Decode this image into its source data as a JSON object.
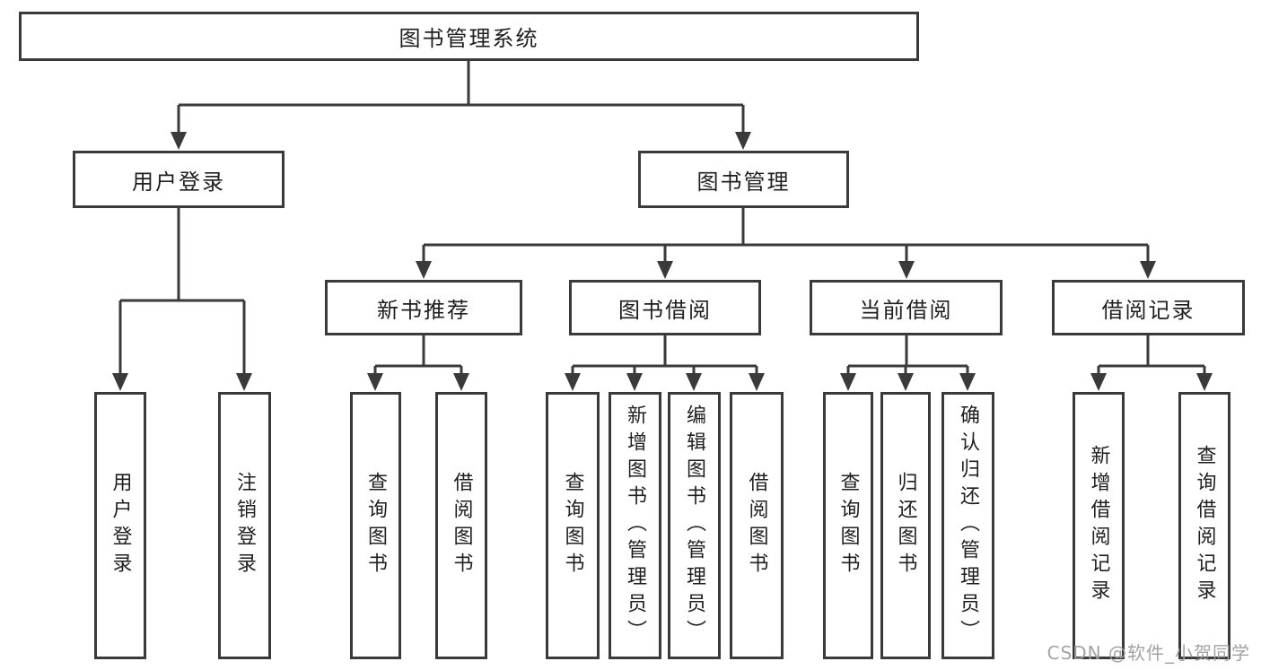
{
  "diagram": {
    "root": {
      "label": "图书管理系统"
    },
    "branches": [
      {
        "label": "用户登录",
        "children": [
          {
            "label": "用户登录"
          },
          {
            "label": "注销登录"
          }
        ]
      },
      {
        "label": "图书管理",
        "sections": [
          {
            "label": "新书推荐",
            "children": [
              {
                "label": "查询图书"
              },
              {
                "label": "借阅图书"
              }
            ]
          },
          {
            "label": "图书借阅",
            "children": [
              {
                "label": "查询图书"
              },
              {
                "label": "新增图书（管理员）"
              },
              {
                "label": "编辑图书（管理员）"
              },
              {
                "label": "借阅图书"
              }
            ]
          },
          {
            "label": "当前借阅",
            "children": [
              {
                "label": "查询图书"
              },
              {
                "label": "归还图书"
              },
              {
                "label": "确认归还（管理员）"
              }
            ]
          },
          {
            "label": "借阅记录",
            "children": [
              {
                "label": "新增借阅记录"
              },
              {
                "label": "查询借阅记录"
              }
            ]
          }
        ]
      }
    ]
  },
  "watermark": {
    "text": "CSDN @软件_小贺同学"
  },
  "colors": {
    "line": "#3a3a3a",
    "text": "#1f1f1f",
    "box_background": "#ffffff",
    "watermark": "#9e9e9e",
    "background": "#ffffff"
  }
}
